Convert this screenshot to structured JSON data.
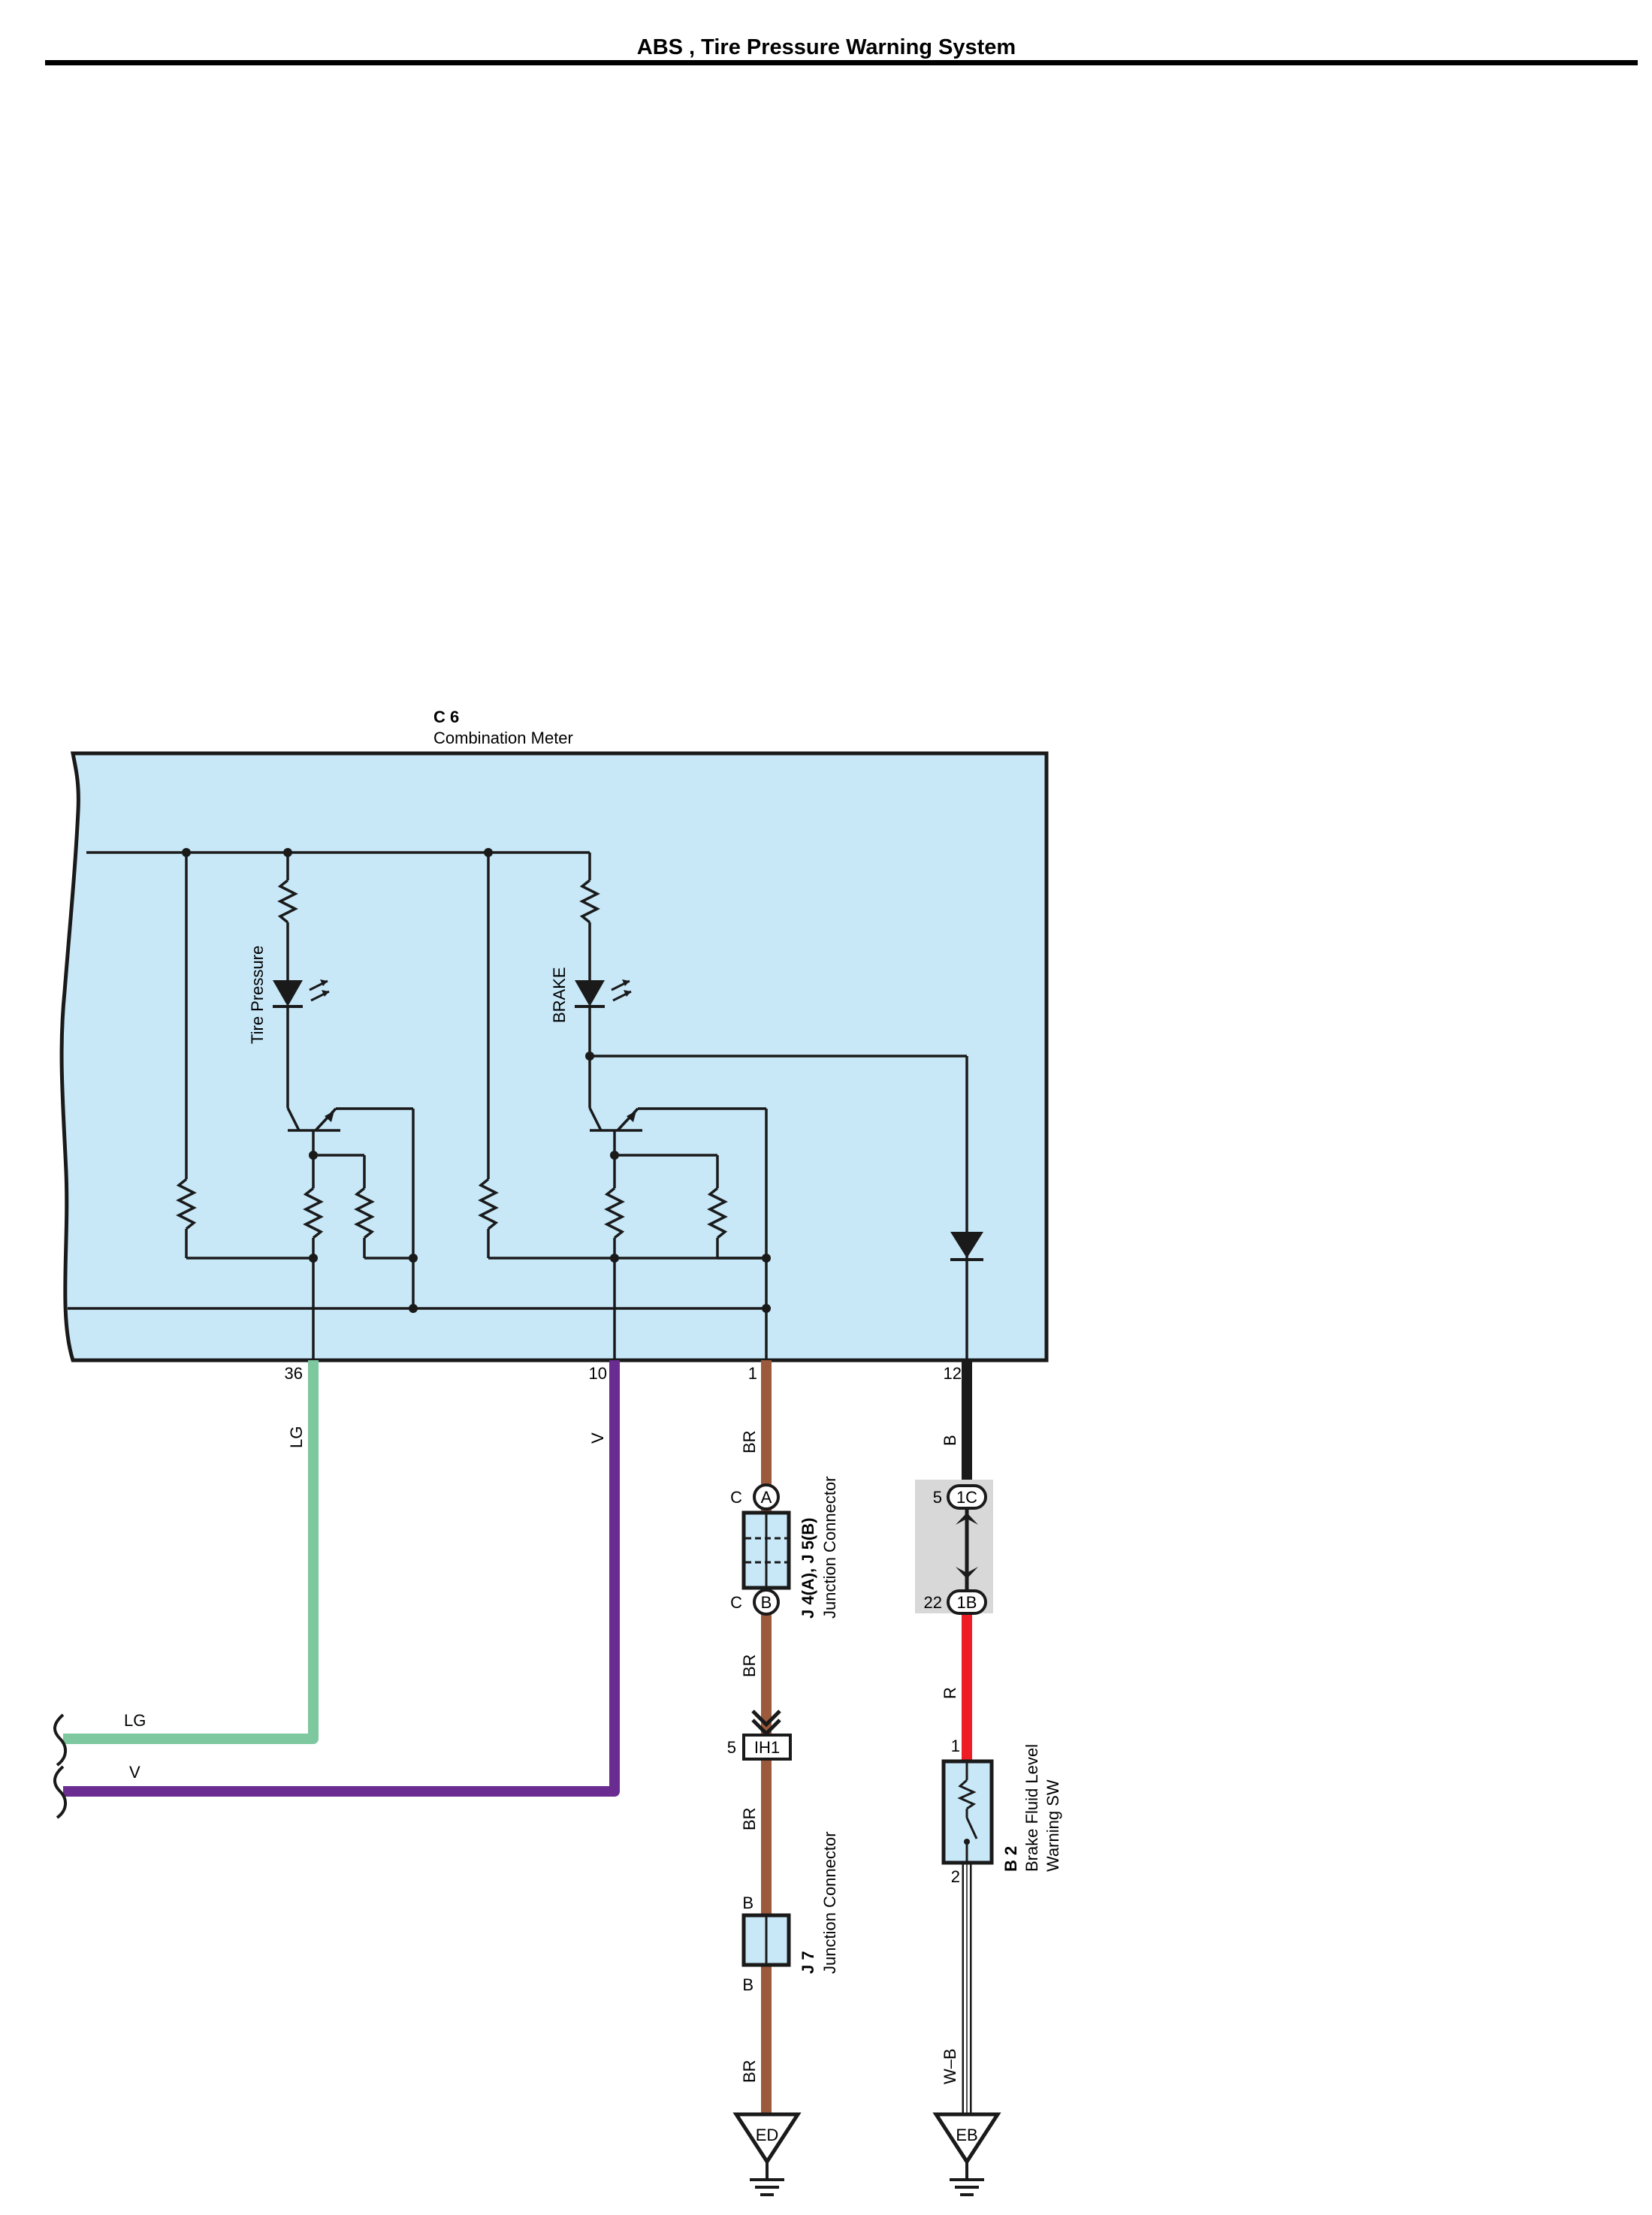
{
  "page": {
    "title": "ABS , Tire Pressure Warning System"
  },
  "meter": {
    "code": "C 6",
    "name": "Combination Meter",
    "lamp_tire": "Tire Pressure",
    "lamp_brake": "BRAKE",
    "pins": [
      "36",
      "10",
      "1",
      "12"
    ]
  },
  "wires": {
    "lg": "LG",
    "v": "V",
    "br": "BR",
    "b": "B",
    "r": "R",
    "wb": "W–B"
  },
  "junction_j4j5": {
    "code": "J 4(A), J 5(B)",
    "name": "Junction Connector",
    "top_pin": "C",
    "top_tag": "A",
    "bottom_pin": "C",
    "bottom_tag": "B"
  },
  "connector_ih1": {
    "code": "IH1",
    "pin": "5"
  },
  "junction_j7": {
    "code": "J 7",
    "name": "Junction Connector",
    "top_pin": "B",
    "bottom_pin": "B"
  },
  "connector_1c_1b": {
    "top_code": "1C",
    "top_pin": "5",
    "bottom_code": "1B",
    "bottom_pin": "22"
  },
  "switch_b2": {
    "code": "B 2",
    "name_line1": "Brake Fluid Level",
    "name_line2": "Warning SW",
    "pin1": "1",
    "pin2": "2"
  },
  "grounds": {
    "ed": "ED",
    "eb": "EB"
  },
  "colors": {
    "meter_fill": "#c8e8f8",
    "wire_lg": "#7ec8a0",
    "wire_v": "#6a2c91",
    "wire_br": "#9c5a3c",
    "wire_b": "#1a1a1a",
    "wire_r": "#ee1c25",
    "connector_bg": "#d8d8d8"
  }
}
